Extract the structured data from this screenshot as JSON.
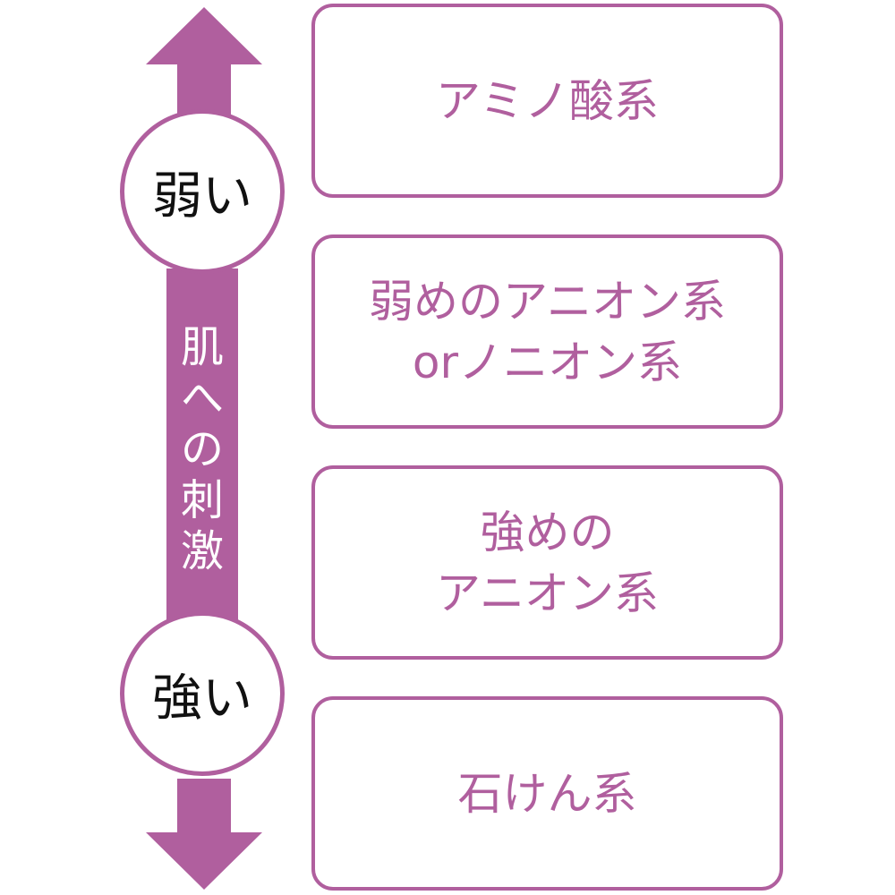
{
  "axis": {
    "label_chars": [
      "肌",
      "へ",
      "の",
      "刺",
      "激"
    ],
    "top_label": "弱い",
    "bottom_label": "強い",
    "accent_color": "#b05f9e",
    "icon": "double-vertical-arrow-icon"
  },
  "categories": [
    {
      "lines": [
        "アミノ酸系"
      ]
    },
    {
      "lines": [
        "弱めのアニオン系",
        "orノニオン系"
      ]
    },
    {
      "lines": [
        "強めの",
        "アニオン系"
      ]
    },
    {
      "lines": [
        "石けん系"
      ]
    }
  ]
}
